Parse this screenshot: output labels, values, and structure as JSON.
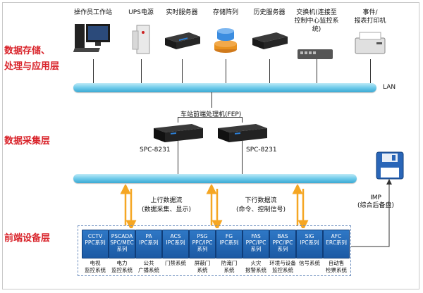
{
  "layers": {
    "storage_line1": "数据存储、",
    "storage_line2": "处理与应用层",
    "acquisition": "数据采集层",
    "frontend": "前端设备层"
  },
  "top_devices": [
    {
      "label": "操作员工作站",
      "icon": "workstation-icon"
    },
    {
      "label": "UPS电源",
      "icon": "ups-icon"
    },
    {
      "label": "实时服务器",
      "icon": "server-icon"
    },
    {
      "label": "存储阵列",
      "icon": "storage-array-icon"
    },
    {
      "label": "历史服务器",
      "icon": "server-icon"
    },
    {
      "label": "交换机(连接至\n控制中心监控系统)",
      "icon": "switch-icon"
    },
    {
      "label": "事件/\n报表打印机",
      "icon": "printer-icon"
    }
  ],
  "lan_label": "LAN",
  "fep_label": "车站前端处理机(FEP)",
  "fep_units": [
    "SPC-8231",
    "SPC-8231"
  ],
  "imp_label": "IMP\n(综合后备盘)",
  "upstream": {
    "title": "上行数据流",
    "sub": "(数据采集、显示)"
  },
  "downstream": {
    "title": "下行数据流",
    "sub": "(命令、控制信号)"
  },
  "modules": [
    {
      "code": "CCTV\nPPC系列",
      "label": "电视\n监控系统"
    },
    {
      "code": "PSCADA\nSPC/MEC\n系列",
      "label": "电力\n监控系统"
    },
    {
      "code": "PA\nIPC系列",
      "label": "公共\n广播系统"
    },
    {
      "code": "ACS\nIPC系列",
      "label": "门禁系统"
    },
    {
      "code": "PSG\nPPC/IPC\n系列",
      "label": "屏蔽门\n系统"
    },
    {
      "code": "FG\nIPC系列",
      "label": "防淹门\n系统"
    },
    {
      "code": "FAS\nPPC/IPC\n系列",
      "label": "火灾\n报警系统"
    },
    {
      "code": "BAS\nPPC/IPC\n系列",
      "label": "环境与设备\n监控系统"
    },
    {
      "code": "SIG\nIPC系列",
      "label": "信号系统"
    },
    {
      "code": "AFC\nERC系列",
      "label": "自动售\n检票系统"
    }
  ],
  "colors": {
    "layer_text": "#d9242b",
    "pipe": "#6fcbea",
    "module": "#1f64b0",
    "arrow": "#f5a623"
  }
}
